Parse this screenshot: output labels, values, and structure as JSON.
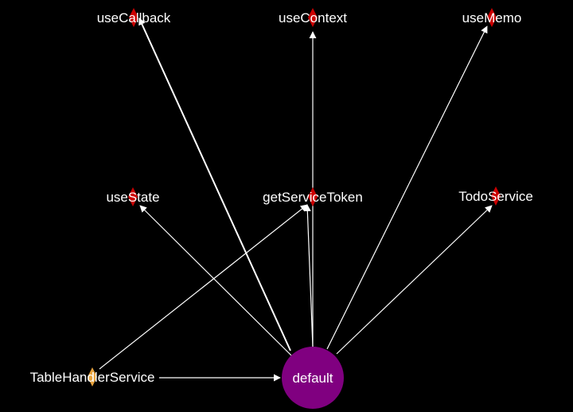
{
  "graph": {
    "center": {
      "label": "default",
      "color": "#800080"
    },
    "marker_colors": {
      "dependency": "#cc0000",
      "source": "#e8a33d"
    },
    "edge_color": "#ffffff",
    "nodes": [
      {
        "id": "useCallback",
        "label": "useCallback",
        "kind": "dependency"
      },
      {
        "id": "useContext",
        "label": "useContext",
        "kind": "dependency"
      },
      {
        "id": "useMemo",
        "label": "useMemo",
        "kind": "dependency"
      },
      {
        "id": "useState",
        "label": "useState",
        "kind": "dependency"
      },
      {
        "id": "getServiceToken",
        "label": "getServiceToken",
        "kind": "dependency"
      },
      {
        "id": "TodoService",
        "label": "TodoService",
        "kind": "dependency"
      },
      {
        "id": "TableHandlerService",
        "label": "TableHandlerService",
        "kind": "source"
      }
    ],
    "edges": [
      {
        "from": "default",
        "to": "useCallback"
      },
      {
        "from": "default",
        "to": "useContext"
      },
      {
        "from": "default",
        "to": "useMemo"
      },
      {
        "from": "default",
        "to": "useState"
      },
      {
        "from": "default",
        "to": "getServiceToken"
      },
      {
        "from": "default",
        "to": "TodoService"
      },
      {
        "from": "TableHandlerService",
        "to": "getServiceToken"
      },
      {
        "from": "TableHandlerService",
        "to": "default"
      }
    ]
  }
}
